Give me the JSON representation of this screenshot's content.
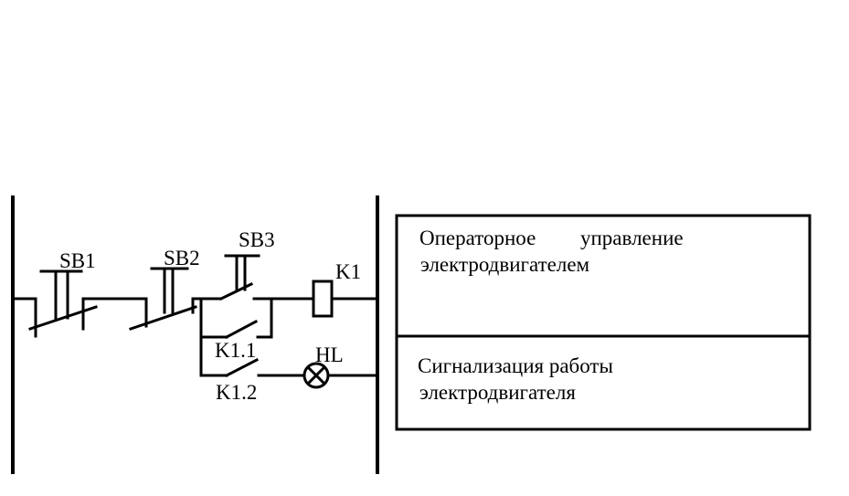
{
  "labels": {
    "sb1": "SB1",
    "sb2": "SB2",
    "sb3": "SB3",
    "k1": "K1",
    "k1_1": "K1.1",
    "k1_2": "K1.2",
    "hl": "HL"
  },
  "descriptions": {
    "row1_word1": "Операторное",
    "row1_word2": "управление",
    "row1_line2": "электродвигателем",
    "row2_line1": "Сигнализация работы",
    "row2_line2": "электродвигателя"
  }
}
